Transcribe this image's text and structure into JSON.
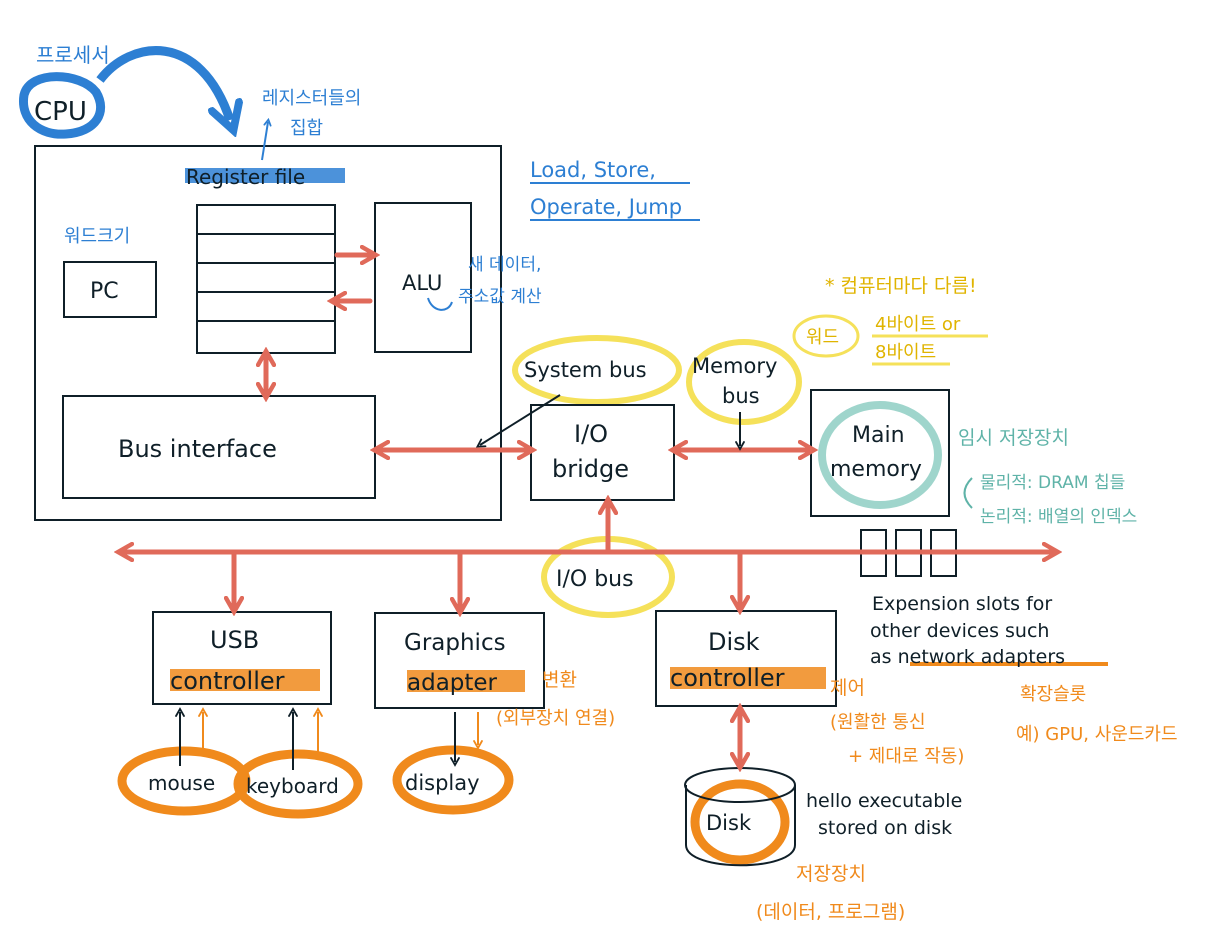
{
  "cpu": {
    "label": "CPU",
    "annotation": "프로세서",
    "register_file": {
      "label": "Register file",
      "annotation_line1": "레지스터들의",
      "annotation_line2": "집합"
    },
    "pc": {
      "label": "PC",
      "annotation": "워드크기"
    },
    "alu": {
      "label": "ALU",
      "annotation_line1": "새 데이터,",
      "annotation_line2": "주소값 계산"
    },
    "bus_interface": "Bus interface",
    "instructions_line1": "Load, Store,",
    "instructions_line2": "Operate, Jump"
  },
  "word_note": {
    "line1": "* 컴퓨터마다 다름!",
    "word": "워드",
    "size_line1": "4바이트 or",
    "size_line2": "8바이트"
  },
  "system_bus": "System bus",
  "memory_bus_line1": "Memory",
  "memory_bus_line2": "bus",
  "io_bridge_line1": "I/O",
  "io_bridge_line2": "bridge",
  "main_memory": {
    "line1": "Main",
    "line2": "memory",
    "note_line1": "임시 저장장치",
    "note_line2": "물리적: DRAM 칩들",
    "note_line3": "논리적: 배열의 인덱스"
  },
  "io_bus": "I/O bus",
  "usb": {
    "line1": "USB",
    "line2": "controller"
  },
  "graphics": {
    "line1": "Graphics",
    "line2": "adapter",
    "note_line1": "변환",
    "note_line2": "(외부장치 연결)"
  },
  "disk_controller": {
    "line1": "Disk",
    "line2": "controller",
    "note_line1": "제어",
    "note_line2": "(원활한 통신",
    "note_line3": "+ 제대로 작동)"
  },
  "mouse": "mouse",
  "keyboard": "keyboard",
  "display": "display",
  "disk": {
    "label": "Disk",
    "desc_line1": "hello executable",
    "desc_line2": "stored on disk",
    "note_line1": "저장장치",
    "note_line2": "(데이터, 프로그램)"
  },
  "expansion": {
    "line1": "Expension slots for",
    "line2": "other devices such",
    "line3": "as network adapters",
    "note_line1": "확장슬롯",
    "note_line2": "예) GPU, 사운드카드"
  },
  "colors": {
    "ink": "#0f1f28",
    "arrow": "#e06a5a",
    "blue": "#2d7fd3",
    "orange": "#f08a1c",
    "yellow": "#f5e15a",
    "teal": "#9fd5cc"
  }
}
